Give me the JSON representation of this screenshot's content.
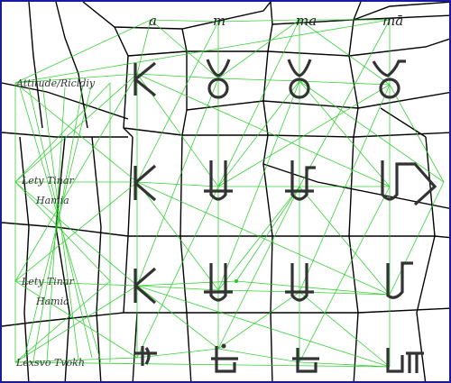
{
  "column_headers": [
    "a",
    "m",
    "ma",
    "mā"
  ],
  "row_labels": [
    "Attitude/Ricldiy",
    "Lety Tinar",
    "Hamia",
    "Lety Tinar",
    "Hamia",
    "Lexsvo Tvokh"
  ],
  "colors": {
    "border": "#1a1aa0",
    "mesh": "#22cc22",
    "cells": "#000000",
    "glyph": "#333333"
  }
}
